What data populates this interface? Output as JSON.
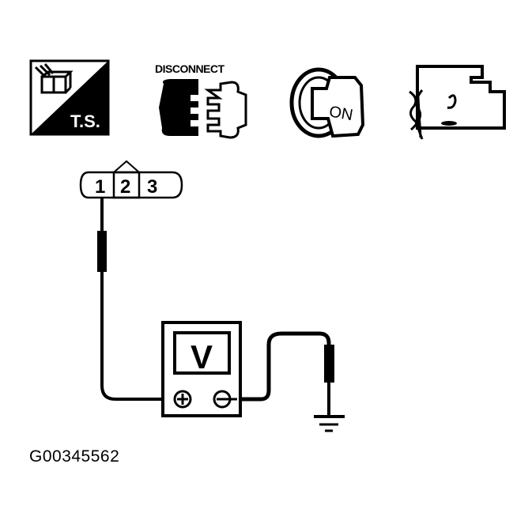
{
  "icons": {
    "ts": {
      "label": "T.S."
    },
    "disconnect": {
      "label": "DISCONNECT"
    },
    "ignition": {
      "label": "ON"
    },
    "engine": {
      "label": ""
    }
  },
  "connector": {
    "terminals": [
      "1",
      "2",
      "3"
    ]
  },
  "meter": {
    "label": "V",
    "plus": "+",
    "minus": "−"
  },
  "caption": "G00345562",
  "colors": {
    "ink": "#000000",
    "paper": "#ffffff"
  }
}
